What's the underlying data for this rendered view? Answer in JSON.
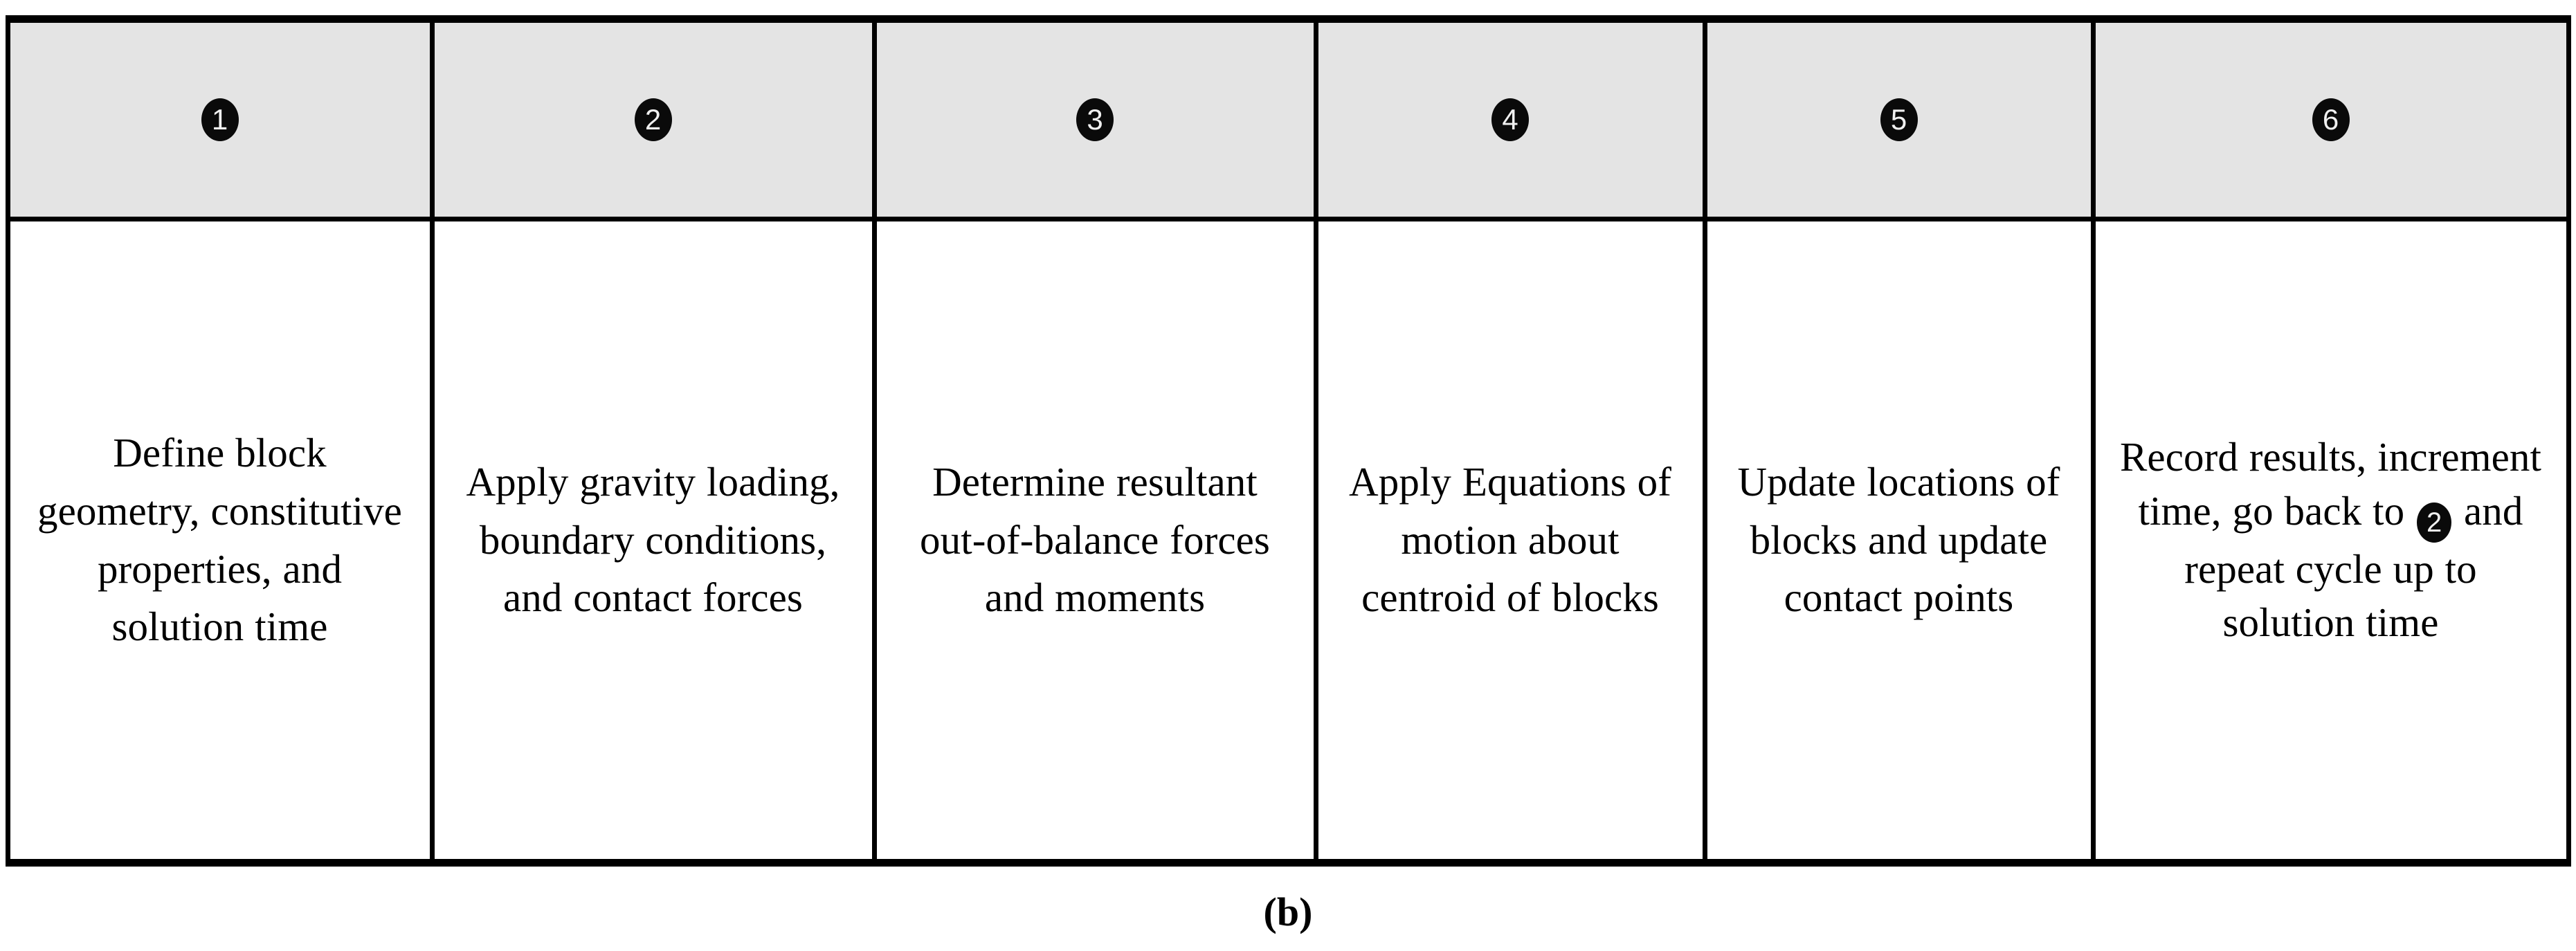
{
  "figure": {
    "caption": "(b)",
    "colors": {
      "header_background": "#e4e4e4",
      "badge_fill": "#0a0a0a",
      "badge_text": "#f0f0f0",
      "border": "#000000",
      "cell_background": "#ffffff"
    }
  },
  "table": {
    "header_badges": [
      {
        "number": "1"
      },
      {
        "number": "2"
      },
      {
        "number": "3"
      },
      {
        "number": "4"
      },
      {
        "number": "5"
      },
      {
        "number": "6"
      }
    ],
    "steps": [
      {
        "number": "1",
        "text": "Define block geometry, constitutive properties, and solution time"
      },
      {
        "number": "2",
        "text": "Apply gravity loading, boundary conditions, and contact forces"
      },
      {
        "number": "3",
        "text": "Determine resultant out-of-balance forces and moments"
      },
      {
        "number": "4",
        "text": "Apply Equations of motion about centroid of blocks"
      },
      {
        "number": "5",
        "text": "Update locations of blocks and update contact points"
      },
      {
        "number": "6",
        "text_before_badge": "Record results, increment time, go back to",
        "inline_badge": "2",
        "text_after_badge": "and repeat cycle up to solution time"
      }
    ]
  }
}
